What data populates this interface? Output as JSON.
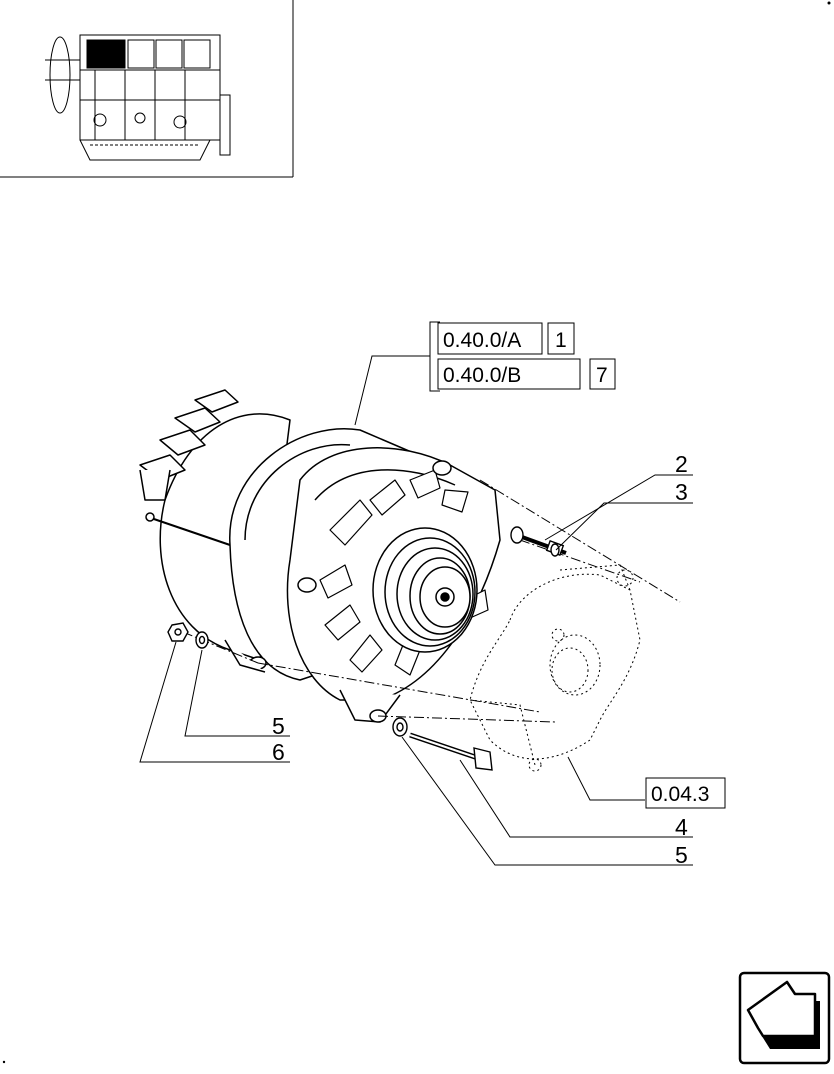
{
  "thumbnail": {
    "icon": "engine-overview-icon"
  },
  "references": {
    "ref_a": {
      "code": "0.40.0/A",
      "qty": "1"
    },
    "ref_b": {
      "code": "0.40.0/B",
      "qty": "7"
    },
    "bracket_ref": "0.04.3"
  },
  "callouts": {
    "c2": "2",
    "c3": "3",
    "c4": "4",
    "c5_right": "5",
    "c5_left": "5",
    "c6": "6"
  },
  "navigation": {
    "icon": "next-page-arrow-icon"
  }
}
